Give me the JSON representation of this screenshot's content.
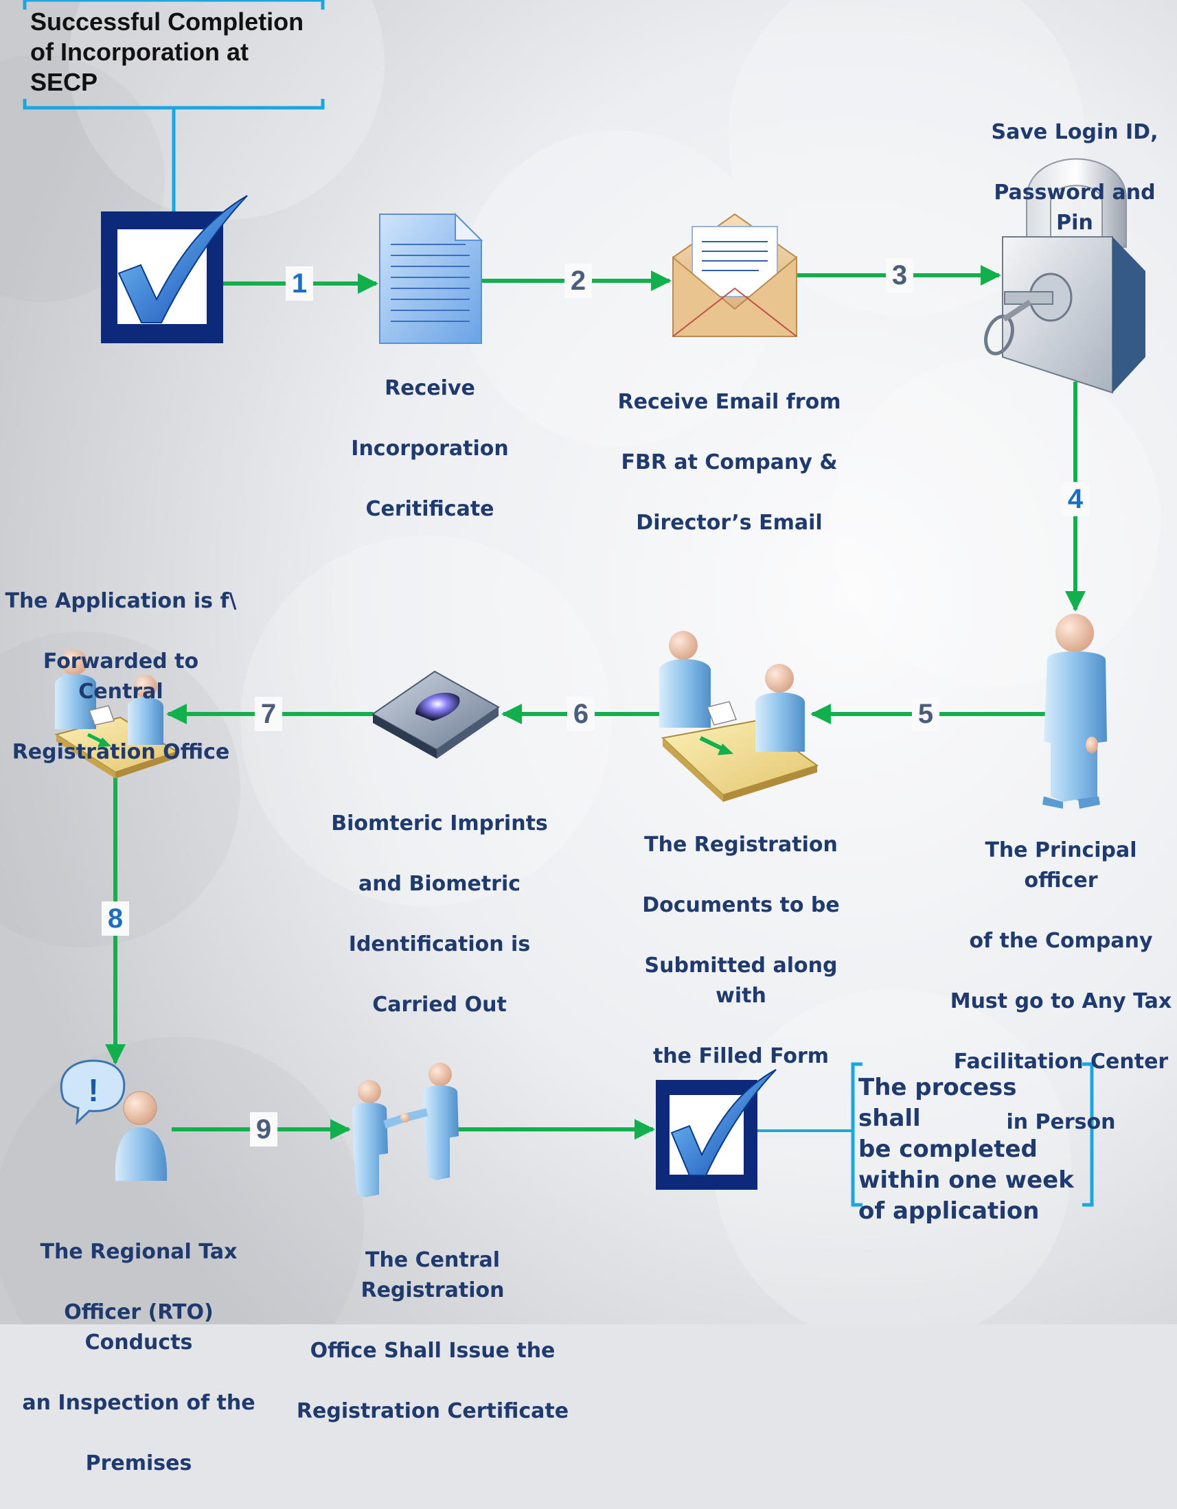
{
  "title_box": {
    "lines": [
      "Successful Completion",
      "of Incorporation at",
      "SECP"
    ]
  },
  "steps": [
    {
      "number": "1",
      "lines": [
        "Receive",
        "Incorporation",
        "Ceritificate"
      ],
      "icon": "document-icon"
    },
    {
      "number": "2",
      "lines": [
        "Receive Email from",
        "FBR at Company &",
        "Director’s Email"
      ],
      "icon": "envelope-icon"
    },
    {
      "number": "3",
      "lines": [
        "Save Login ID,",
        "Password and Pin"
      ],
      "icon": "padlock-key-icon"
    },
    {
      "number": "4",
      "lines": [
        "The Principal officer",
        "of the Company",
        "Must go to Any Tax",
        "Facilitation Center",
        "in Person"
      ],
      "icon": "standing-person-icon"
    },
    {
      "number": "5",
      "lines": [
        "The Registration",
        "Documents to be",
        "Submitted along with",
        "the Filled Form"
      ],
      "icon": "desk-meeting-icon"
    },
    {
      "number": "6",
      "lines": [
        "Biomteric Imprints",
        "and Biometric",
        "Identification is",
        "Carried Out"
      ],
      "icon": "biometric-scanner-icon"
    },
    {
      "number": "7",
      "lines": [
        "The Application is f\\",
        "Forwarded to Central",
        "Registration Office"
      ],
      "icon": "desk-meeting-icon"
    },
    {
      "number": "8",
      "lines": [
        "The Regional Tax",
        "Officer (RTO) Conducts",
        "an Inspection of the",
        "Premises"
      ],
      "icon": "officer-alert-icon"
    },
    {
      "number": "9",
      "lines": [
        "The Central Registration",
        "Office Shall Issue the",
        "Registration Certificate"
      ],
      "icon": "handshake-icon"
    }
  ],
  "final_box": {
    "lines": [
      "The process shall",
      "be completed",
      "within one week",
      "of application"
    ]
  },
  "colors": {
    "arrow": "#12b04c",
    "number_dark": "#4a5d7c",
    "number_blue": "#1b6fc2",
    "caption": "#1f3a6e",
    "bracket": "#1aa7e0",
    "checkbox": "#0d2a7a"
  }
}
